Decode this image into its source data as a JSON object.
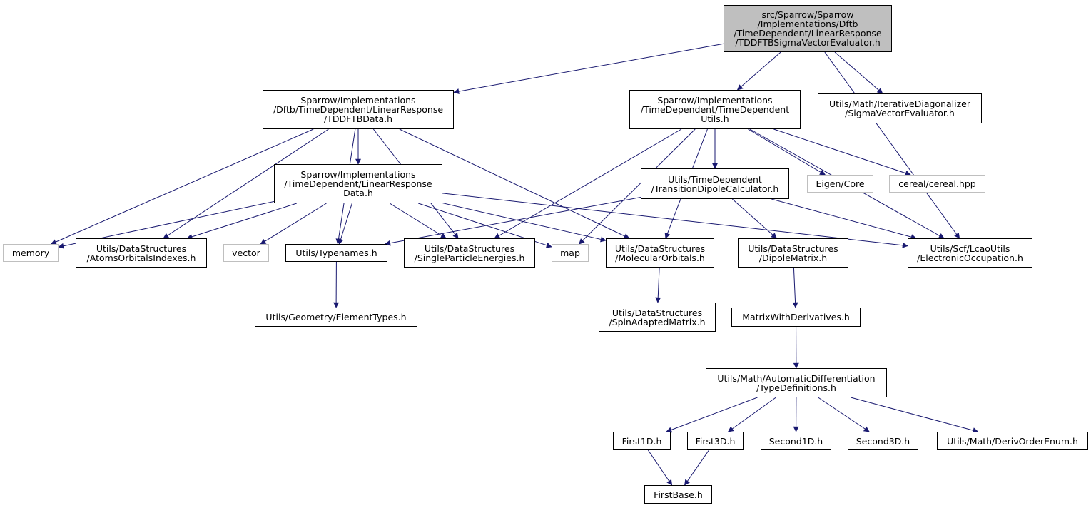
{
  "colors": {
    "edge": "#191970",
    "root_fill": "#bfbfbf",
    "node_border": "#000000",
    "external_border": "#bfbfbf"
  },
  "nodes": {
    "root": "src/Sparrow/Sparrow\n/Implementations/Dftb\n/TimeDependent/LinearResponse\n/TDDFTBSigmaVectorEvaluator.h",
    "tddftb_data": "Sparrow/Implementations\n/Dftb/TimeDependent/LinearResponse\n/TDDFTBData.h",
    "td_utils": "Sparrow/Implementations\n/TimeDependent/TimeDependent\nUtils.h",
    "sigma_evaluator": "Utils/Math/IterativeDiagonalizer\n/SigmaVectorEvaluator.h",
    "lr_data": "Sparrow/Implementations\n/TimeDependent/LinearResponse\nData.h",
    "transition_dipole": "Utils/TimeDependent\n/TransitionDipoleCalculator.h",
    "eigen_core": "Eigen/Core",
    "cereal": "cereal/cereal.hpp",
    "memory": "memory",
    "atoms_orbitals": "Utils/DataStructures\n/AtomsOrbitalsIndexes.h",
    "vector": "vector",
    "typenames": "Utils/Typenames.h",
    "single_particle": "Utils/DataStructures\n/SingleParticleEnergies.h",
    "map": "map",
    "molecular_orbitals": "Utils/DataStructures\n/MolecularOrbitals.h",
    "dipole_matrix": "Utils/DataStructures\n/DipoleMatrix.h",
    "electronic_occupation": "Utils/Scf/LcaoUtils\n/ElectronicOccupation.h",
    "element_types": "Utils/Geometry/ElementTypes.h",
    "spin_adapted": "Utils/DataStructures\n/SpinAdaptedMatrix.h",
    "matrix_with_derivatives": "MatrixWithDerivatives.h",
    "type_definitions": "Utils/Math/AutomaticDifferentiation\n/TypeDefinitions.h",
    "first1d": "First1D.h",
    "first3d": "First3D.h",
    "second1d": "Second1D.h",
    "second3d": "Second3D.h",
    "deriv_order": "Utils/Math/DerivOrderEnum.h",
    "first_base": "FirstBase.h"
  },
  "edges": [
    [
      "root",
      "tddftb_data"
    ],
    [
      "root",
      "td_utils"
    ],
    [
      "root",
      "sigma_evaluator"
    ],
    [
      "root",
      "electronic_occupation"
    ],
    [
      "tddftb_data",
      "lr_data"
    ],
    [
      "tddftb_data",
      "memory"
    ],
    [
      "tddftb_data",
      "atoms_orbitals"
    ],
    [
      "tddftb_data",
      "typenames"
    ],
    [
      "tddftb_data",
      "single_particle"
    ],
    [
      "tddftb_data",
      "molecular_orbitals"
    ],
    [
      "lr_data",
      "memory"
    ],
    [
      "lr_data",
      "atoms_orbitals"
    ],
    [
      "lr_data",
      "vector"
    ],
    [
      "lr_data",
      "typenames"
    ],
    [
      "lr_data",
      "single_particle"
    ],
    [
      "lr_data",
      "map"
    ],
    [
      "lr_data",
      "molecular_orbitals"
    ],
    [
      "lr_data",
      "electronic_occupation"
    ],
    [
      "td_utils",
      "transition_dipole"
    ],
    [
      "td_utils",
      "eigen_core"
    ],
    [
      "td_utils",
      "cereal"
    ],
    [
      "td_utils",
      "single_particle"
    ],
    [
      "td_utils",
      "map"
    ],
    [
      "td_utils",
      "molecular_orbitals"
    ],
    [
      "td_utils",
      "electronic_occupation"
    ],
    [
      "transition_dipole",
      "typenames"
    ],
    [
      "transition_dipole",
      "dipole_matrix"
    ],
    [
      "transition_dipole",
      "electronic_occupation"
    ],
    [
      "typenames",
      "element_types"
    ],
    [
      "molecular_orbitals",
      "spin_adapted"
    ],
    [
      "dipole_matrix",
      "matrix_with_derivatives"
    ],
    [
      "matrix_with_derivatives",
      "type_definitions"
    ],
    [
      "type_definitions",
      "first1d"
    ],
    [
      "type_definitions",
      "first3d"
    ],
    [
      "type_definitions",
      "second1d"
    ],
    [
      "type_definitions",
      "second3d"
    ],
    [
      "type_definitions",
      "deriv_order"
    ],
    [
      "first1d",
      "first_base"
    ],
    [
      "first3d",
      "first_base"
    ]
  ]
}
